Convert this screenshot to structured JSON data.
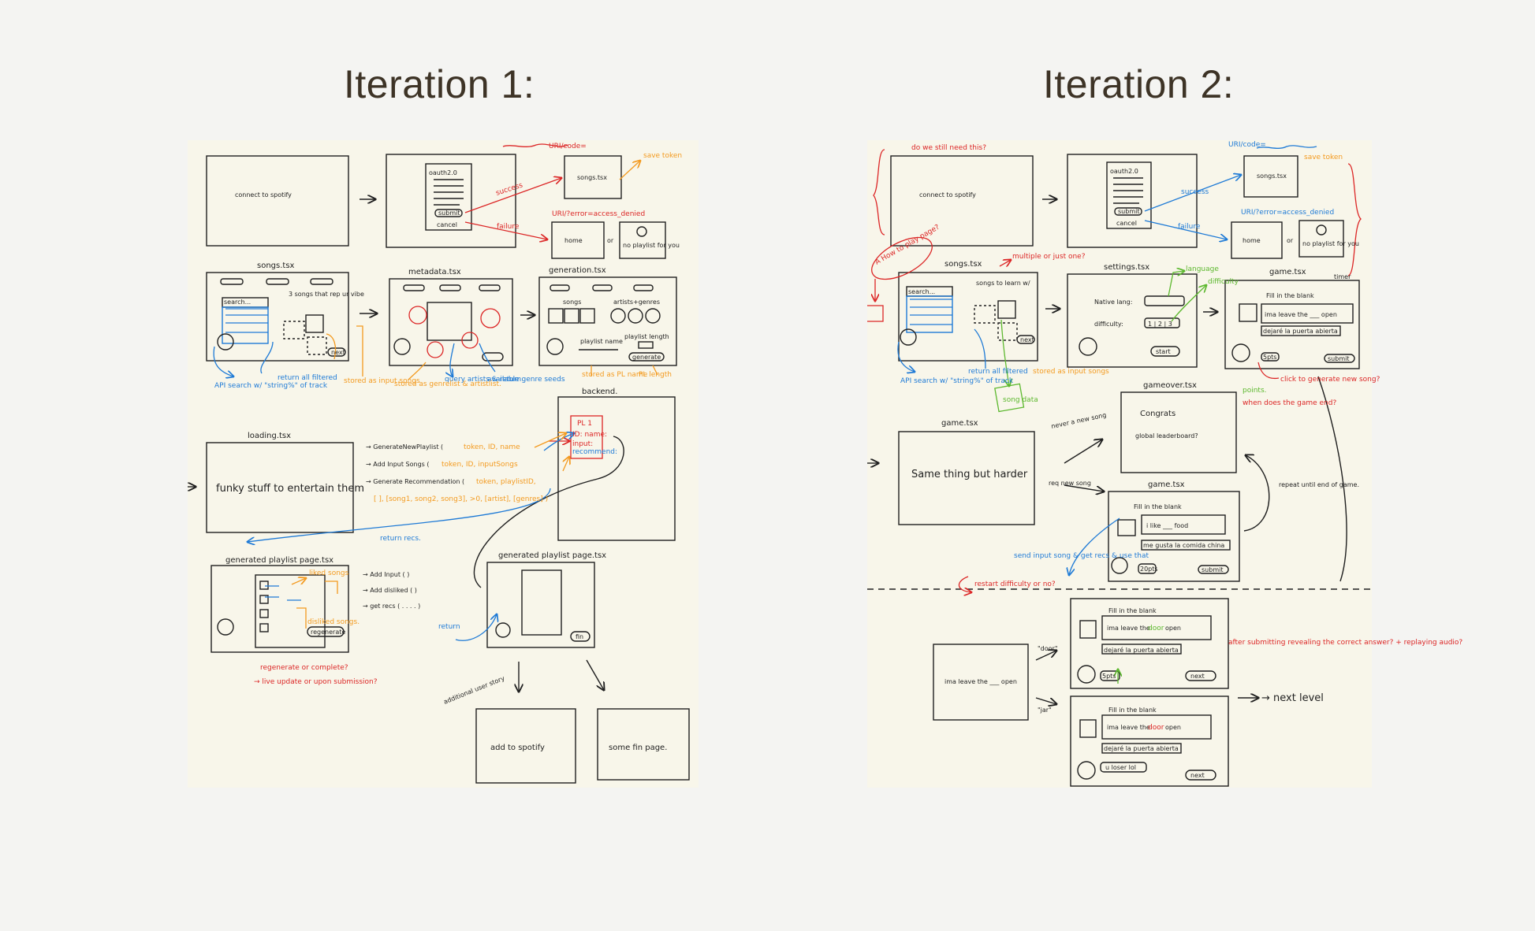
{
  "titles": {
    "left": "Iteration 1:",
    "right": "Iteration 2:"
  },
  "colors": {
    "ink": "#1f1f1f",
    "red": "#dc2626",
    "blue": "#1e7ad6",
    "orange": "#f39a1f",
    "green": "#5cb82e",
    "paper": "#f8f6ea"
  },
  "iter1": {
    "uri_code": "URI/code=",
    "connect": "connect to spotify",
    "oauth": "oauth2.0",
    "submit": "submit",
    "cancel": "cancel",
    "songs_top": "songs.tsx",
    "save_token": "save token",
    "success": "success",
    "failure": "failure",
    "uri_error": "URI/?error=access_denied",
    "home": "home",
    "or": "or",
    "no_playlist": "no playlist for you",
    "songs_label": "songs.tsx",
    "search": "search...",
    "three_songs": "3 songs that rep ur vibe",
    "next": "next",
    "api_search": "API search w/ \"string%\" of track",
    "return_all": "return all filtered",
    "stored_input": "stored as input songs",
    "metadata_label": "metadata.tsx",
    "stored_genrelist": "stored as genrelist & artistlist.",
    "query_artists": "query artists & return",
    "available_genre": "available genre seeds",
    "generation_label": "generation.tsx",
    "gen_songs": "songs",
    "gen_artists": "artists+genres",
    "playlist_name": "playlist name",
    "playlist_length": "playlist length",
    "generate": "generate",
    "stored_pl_name": "stored as PL name",
    "pl_length": "PL length",
    "backend": "backend.",
    "pl1": "PL 1",
    "id_name": "ID: name:",
    "input": "input:",
    "recommend": "recommend:",
    "loading_label": "loading.tsx",
    "loading_text": "funky stuff to entertain them",
    "fn1": "→ GenerateNewPlaylist (",
    "fn1_args": "token, ID, name",
    "fn2": "→ Add Input Songs (",
    "fn2_args": "token, ID, inputSongs",
    "fn3": "→ Generate Recommendation (",
    "fn3_args": "token, playlistID,",
    "fn3_line2": "[ ], [song1, song2, song3], >0, [artist], [genres] )",
    "return_recs": "return recs.",
    "genpl_label": "generated playlist page.tsx",
    "liked_songs": "liked songs",
    "disliked_songs": "disliked songs.",
    "regenerate": "regenerate",
    "regen_q": "regenerate or complete?",
    "live_q": "→ live update or upon submission?",
    "add_input": "→ Add Input ( )",
    "add_disliked": "→ Add disliked ( )",
    "get_recs": "→ get recs ( . . . . )",
    "return": "return",
    "genpl2_label": "generated playlist page.tsx",
    "fin": "fin",
    "additional": "additional user story",
    "add_spotify": "add to spotify",
    "some_fin": "some fin page."
  },
  "iter2": {
    "still_need": "do we still need this?",
    "uri_code": "URI/code=",
    "connect": "connect to spotify",
    "oauth": "oauth2.0",
    "submit": "submit",
    "cancel": "cancel",
    "songs_top": "songs.tsx",
    "save_token": "save token",
    "success": "success",
    "failure": "failure",
    "uri_error": "URI/?error=access_denied",
    "home": "home",
    "or": "or",
    "no_playlist": "no playlist for you",
    "how_to_play": "A How to play page?",
    "songs_label": "songs.tsx",
    "multiple_q": "multiple or just one?",
    "songs_learn": "songs to learn w/",
    "search": "search...",
    "next": "next",
    "api_search": "API search w/ \"string%\" of track",
    "return_all": "return all filtered",
    "stored_input": "stored as input songs",
    "song_data": "song data",
    "settings_label": "settings.tsx",
    "language": "language",
    "difficulty_note": "difficulty",
    "native_lang": "Native lang:",
    "difficulty": "difficulty:",
    "diff_levels": "1 | 2 | 3",
    "start": "start",
    "game_label": "game.tsx",
    "timer": "timer",
    "fill_blank": "Fill in the blank",
    "lyric_en": "ima leave the ___ open",
    "lyric_es": "dejaré la puerta abierta",
    "pts": "5pts",
    "game_submit": "submit",
    "click_generate": "click to generate new song?",
    "points": "points.",
    "when_end": "when does the game end?",
    "gameover_label": "gameover.tsx",
    "congrats": "Congrats",
    "global_lb": "global leaderboard?",
    "game2_label": "game.tsx",
    "same_thing": "Same thing but harder",
    "never_new": "never a new song",
    "req_new": "req new song",
    "game3_label": "game.tsx",
    "fill_blank2": "Fill in the blank",
    "i_like": "i like ___ food",
    "me_gusta": "me gusta la comida china",
    "pts2": "20pts",
    "submit2": "submit",
    "repeat": "repeat until end of game.",
    "send_input": "send input song & get recs & use that",
    "restart": "restart difficulty or no?",
    "blank_lyric": "ima leave the ___ open",
    "door": "\"door\"",
    "jar": "\"jar\"",
    "fill_a": "Fill in the blank",
    "lyric_a_pre": "ima leave the",
    "lyric_a_word": "door",
    "lyric_a_post": "open",
    "es_a": "dejaré la puerta abierta",
    "pts_a": "5pts",
    "next_a": "next",
    "fill_b": "Fill in the blank",
    "lyric_b_pre": "ima leave the",
    "lyric_b_word": "door",
    "lyric_b_post": "open",
    "es_b": "dejaré la puerta abierta",
    "loser": "u loser lol",
    "next_b": "next",
    "next_level": "→ next level",
    "after_submit": "after submitting revealing the correct answer? + replaying audio?"
  }
}
